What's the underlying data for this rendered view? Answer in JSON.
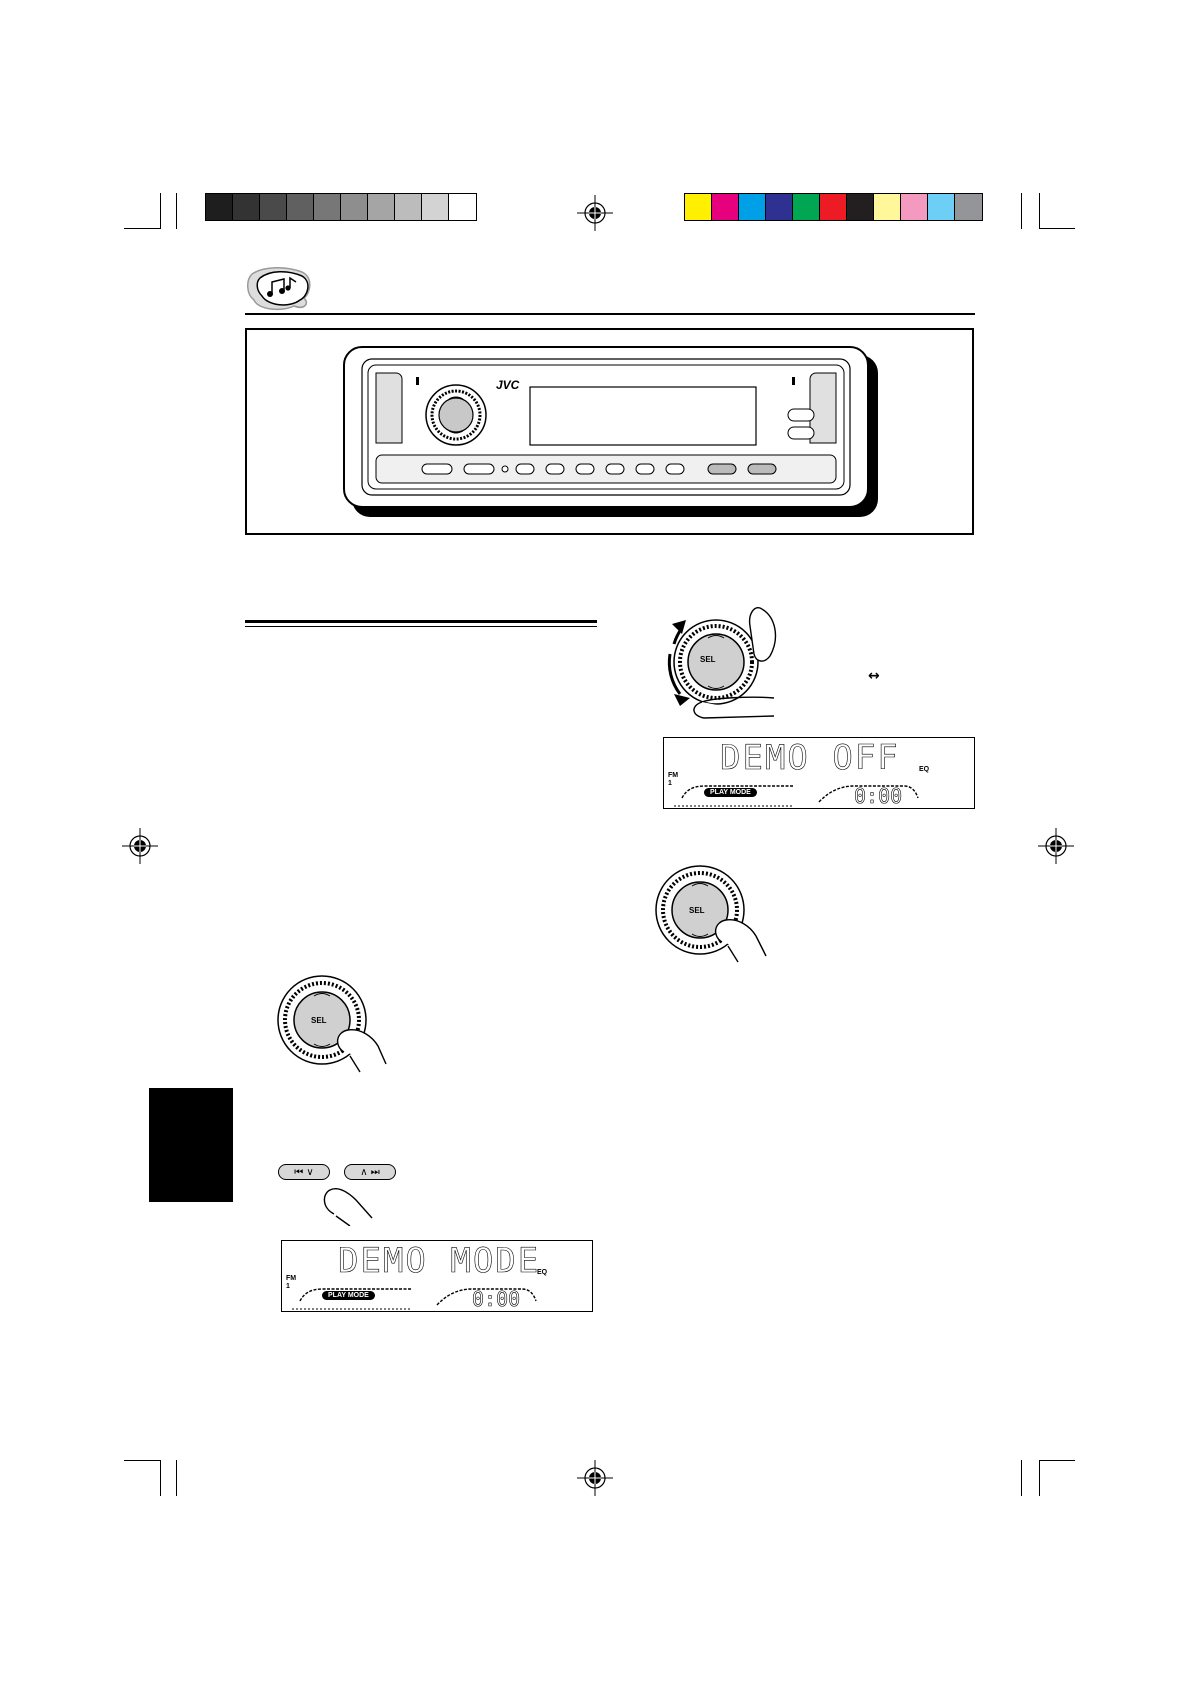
{
  "grayscale_swatches": [
    "#1e1e1e",
    "#333333",
    "#4a4a4a",
    "#606060",
    "#777777",
    "#8e8e8e",
    "#a5a5a5",
    "#bcbcbc",
    "#d3d3d3",
    "#ffffff"
  ],
  "color_swatches": [
    "#ffef00",
    "#e6007e",
    "#00a0e9",
    "#2e3192",
    "#00a651",
    "#ed1c24",
    "#231f20",
    "#fff799",
    "#f49ac1",
    "#6dcff6",
    "#939598"
  ],
  "icons": {
    "header": "music-notes-icon",
    "knob": "sel-knob-icon",
    "hand": "finger-icon",
    "reg": "registration-mark-icon"
  },
  "device": {
    "brand": "JVC"
  },
  "dial": {
    "sel_label": "SEL",
    "arrow": "↔"
  },
  "buttons": {
    "prev": "⏮ ∨",
    "next": "∧ ⏭"
  },
  "lcd_top": {
    "text": "DEMO OFF",
    "band": "FM",
    "preset": "1",
    "eq": "EQ",
    "play_mode": "PLAY MODE",
    "clock": "0:00"
  },
  "lcd_bottom": {
    "text": "DEMO MODE",
    "band": "FM",
    "preset": "1",
    "eq": "EQ",
    "play_mode": "PLAY MODE",
    "clock": "0:00"
  }
}
